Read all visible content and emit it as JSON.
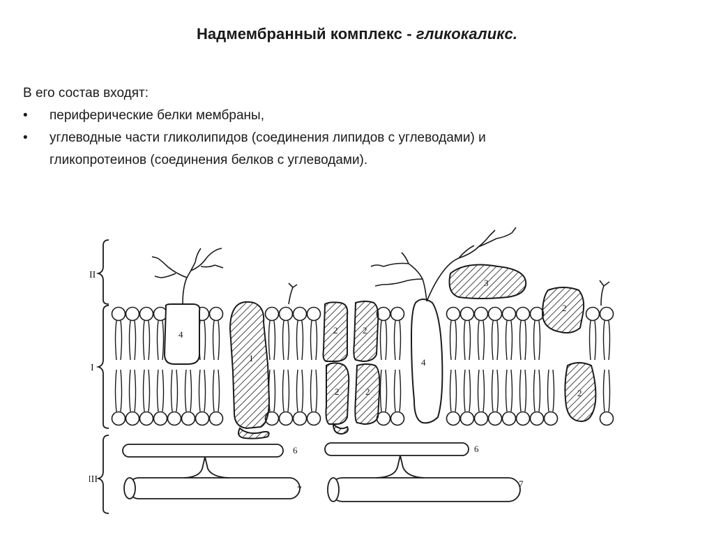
{
  "slide": {
    "title_plain": "Надмембранный комплекс - ",
    "title_italic": "гликокаликс.",
    "intro": "В его состав входят:",
    "bullets": [
      {
        "marker": "•",
        "lines": [
          "периферические белки мембраны,"
        ]
      },
      {
        "marker": "•",
        "lines": [
          "углеводные части гликолипидов (соединения липидов с углеводами) и",
          "гликопротеинов (соединения белков с углеводами)."
        ]
      }
    ]
  },
  "diagram": {
    "bracket_labels": {
      "supra": "II",
      "membrane": "I",
      "sub": "III"
    },
    "protein_labels": {
      "integral": "1",
      "peripheral": "2",
      "peripheral_top": "3",
      "channel": "4"
    },
    "filament_labels": {
      "thin": "6",
      "thick": "7"
    },
    "colors": {
      "ink": "#1a1a1a",
      "paper": "#ffffff"
    }
  }
}
